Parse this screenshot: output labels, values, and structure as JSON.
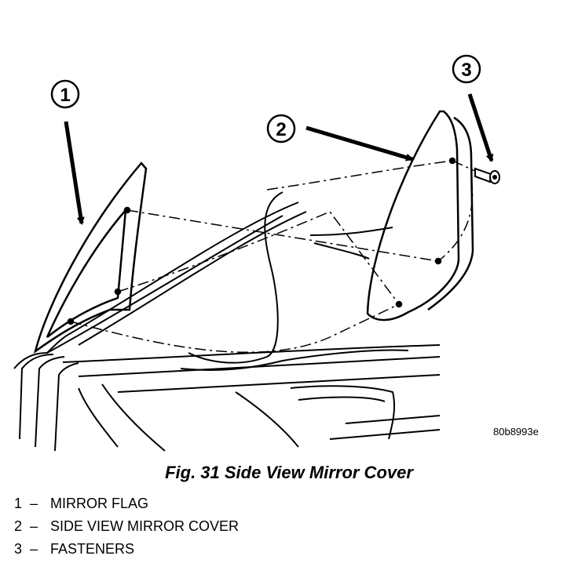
{
  "diagram": {
    "callouts": [
      {
        "number": "1"
      },
      {
        "number": "2"
      },
      {
        "number": "3"
      }
    ],
    "image_code": "80b8993e"
  },
  "caption": "Fig. 31 Side View Mirror Cover",
  "legend": [
    {
      "number": "1",
      "separator": "–",
      "label": "MIRROR FLAG"
    },
    {
      "number": "2",
      "separator": "–",
      "label": "SIDE VIEW MIRROR COVER"
    },
    {
      "number": "3",
      "separator": "–",
      "label": "FASTENERS"
    }
  ]
}
